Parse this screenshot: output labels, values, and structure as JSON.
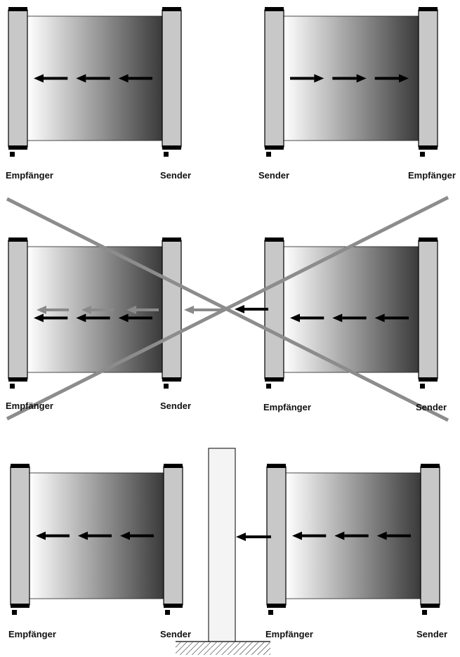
{
  "labels": {
    "receiver": "Empfänger",
    "sender": "Sender"
  },
  "colors": {
    "bar_fill": "#c8c8c8",
    "bar_cap": "#000000",
    "gradient_light": "#ffffff",
    "gradient_dark": "#3a3a3a",
    "arrow": "#000000",
    "ghost_arrow": "#8a8a8a",
    "cross_line": "#8c8c8c",
    "obstacle_fill": "#f4f4f4"
  },
  "rows": [
    {
      "units": [
        {
          "left_label": "receiver",
          "right_label": "sender",
          "arrow_direction": "left",
          "dark_side": "right"
        },
        {
          "left_label": "sender",
          "right_label": "receiver",
          "arrow_direction": "right",
          "dark_side": "right"
        }
      ],
      "crossed_out": false,
      "obstacle": false
    },
    {
      "units": [
        {
          "left_label": "receiver",
          "right_label": "sender",
          "arrow_direction": "left",
          "dark_side": "right"
        },
        {
          "left_label": "receiver",
          "right_label": "sender",
          "arrow_direction": "left",
          "dark_side": "right"
        }
      ],
      "crossed_out": true,
      "obstacle": false
    },
    {
      "units": [
        {
          "left_label": "receiver",
          "right_label": "sender",
          "arrow_direction": "left",
          "dark_side": "right"
        },
        {
          "left_label": "receiver",
          "right_label": "sender",
          "arrow_direction": "left",
          "dark_side": "right"
        }
      ],
      "crossed_out": false,
      "obstacle": true
    }
  ]
}
